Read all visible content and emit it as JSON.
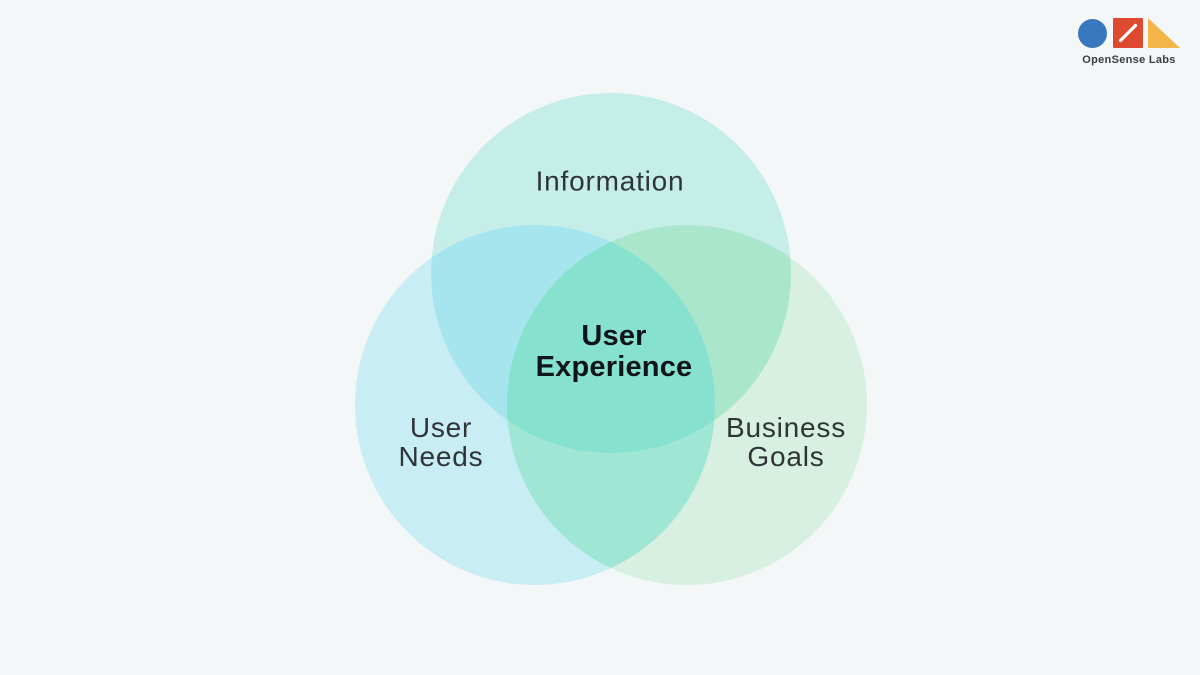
{
  "page": {
    "background": "#F3F7F7"
  },
  "diagram": {
    "type": "venn",
    "center_label": "User Experience",
    "sets": [
      {
        "label": "Information",
        "color": "#C6EEE8"
      },
      {
        "label": "User Needs",
        "color": "#C8EDF5"
      },
      {
        "label": "Business Goals",
        "color": "#D7F0E1"
      }
    ],
    "overlaps": {
      "information_user_needs": "#A6E4EE",
      "information_business_goals": "#A9E6CB",
      "user_needs_business_goals": "#A0E6D5",
      "center": "#86E2CE"
    },
    "label_color": "#2F3437",
    "center_label_color": "#0F1418"
  },
  "logo": {
    "wordmark": "OpenSense Labs",
    "colors": {
      "circle": "#3879BE",
      "square": "#DD4A30",
      "slash": "#FFFFFF",
      "triangle": "#F3B54A",
      "text": "#393E46"
    }
  }
}
